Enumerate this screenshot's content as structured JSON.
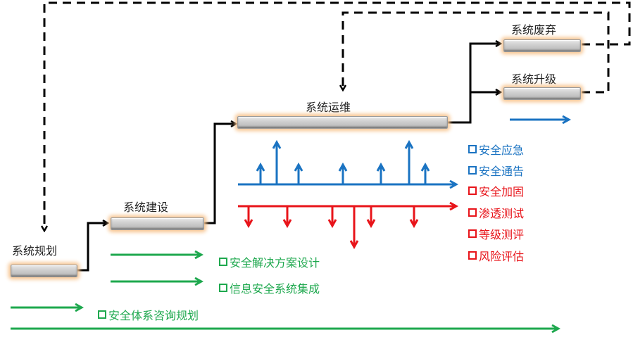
{
  "stages": {
    "planning": "系统规划",
    "construction": "系统建设",
    "operation": "系统运维",
    "upgrade": "系统升级",
    "disposal": "系统废弃"
  },
  "services": {
    "operation_blue": [
      "安全应急",
      "安全通告"
    ],
    "operation_red": [
      "安全加固",
      "渗透测试",
      "等级测评",
      "风险评估"
    ],
    "construction_green": [
      "安全解决方案设计",
      "信息安全系统集成"
    ],
    "planning_green": [
      "安全体系咨询规划"
    ]
  },
  "colors": {
    "blue": "#1a73c2",
    "red": "#e8141a",
    "green": "#1ea84e",
    "flow": "#000000",
    "bar_glow": "#f7c48e"
  }
}
